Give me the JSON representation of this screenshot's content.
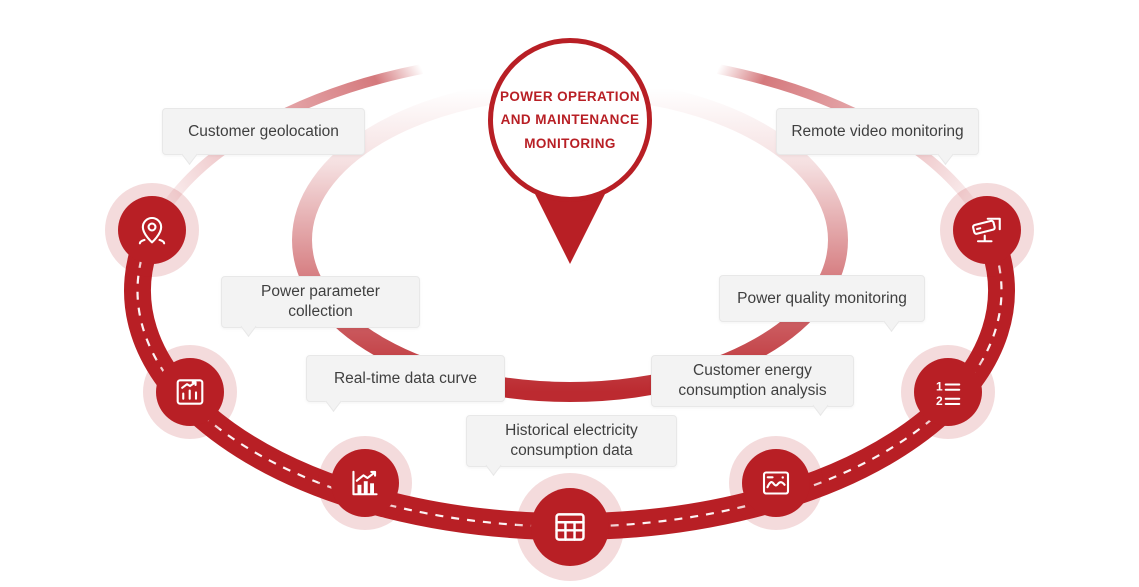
{
  "center": {
    "title_lines": [
      "POWER OPERATION",
      "AND MAINTENANCE",
      "MONITORING"
    ]
  },
  "colors": {
    "primary": "#b81f25",
    "halo": "rgba(184,31,37,0.16)",
    "label_bg": "#f3f3f3",
    "label_border": "#e8e8e8",
    "label_text": "#3f3f3f"
  },
  "nodes": [
    {
      "id": "customer-geolocation",
      "label": "Customer geolocation",
      "icon": "location-pin-icon"
    },
    {
      "id": "power-parameter-collection",
      "label": "Power parameter collection",
      "icon": "chart-board-icon"
    },
    {
      "id": "real-time-data-curve",
      "label": "Real-time data curve",
      "icon": "growth-chart-icon"
    },
    {
      "id": "historical-electricity-consumption-data",
      "label": "Historical electricity consumption data",
      "icon": "data-table-icon"
    },
    {
      "id": "customer-energy-consumption-analysis",
      "label": "Customer energy consumption analysis",
      "icon": "wave-chart-icon"
    },
    {
      "id": "power-quality-monitoring",
      "label": "Power quality monitoring",
      "icon": "numbered-list-icon"
    },
    {
      "id": "remote-video-monitoring",
      "label": "Remote video monitoring",
      "icon": "cctv-camera-icon"
    }
  ]
}
